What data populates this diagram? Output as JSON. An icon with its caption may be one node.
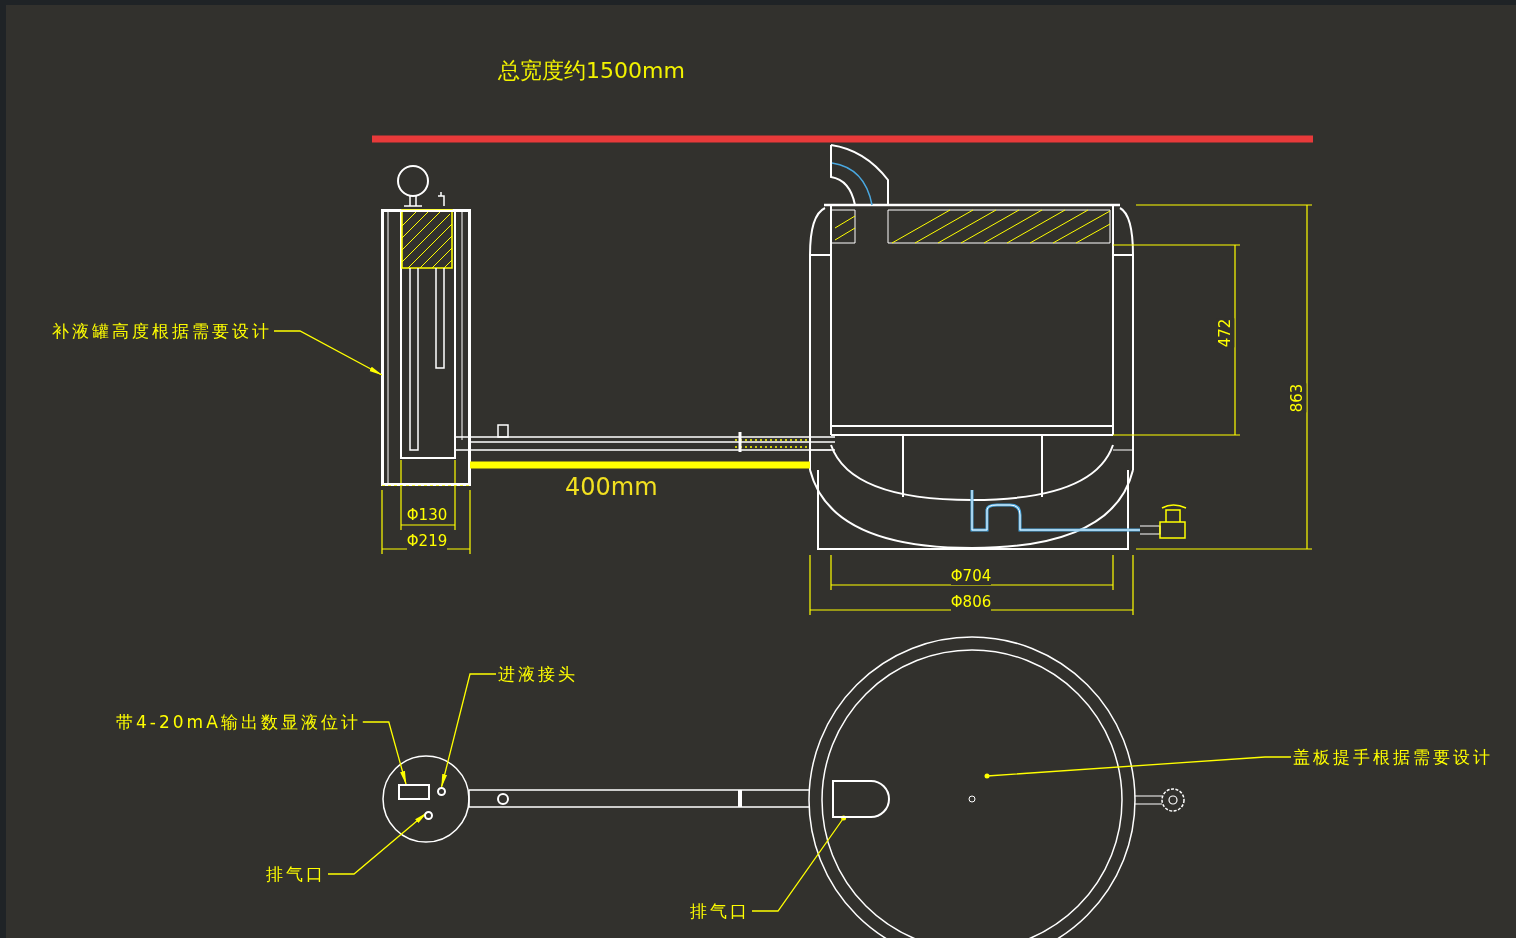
{
  "diagram": {
    "nodes": [
      {
        "text": [
          "补液罐高度根据需要设计"
        ]
      },
      {
        "text": [],
        "shape": "box"
      },
      {
        "text": [
          "带4-20mA输出数显液位计"
        ]
      },
      {
        "text": [],
        "shape": "box"
      },
      {
        "text": [
          "进液接头"
        ]
      },
      {
        "text": [],
        "shape": "circle"
      },
      {
        "text": [
          "排气口"
        ]
      },
      {
        "text": [],
        "shape": "circle"
      },
      {
        "text": [
          "盖板提手根据需要设计"
        ]
      },
      {
        "text": [
          "排气口"
        ]
      },
      {
        "text": [],
        "shape": "box"
      }
    ],
    "edges": [
      {
        "from": 0,
        "to": 1,
        "arrow": "to"
      },
      {
        "from": 2,
        "to": 3,
        "arrow": "to"
      },
      {
        "from": 4,
        "to": 5,
        "arrow": "to"
      },
      {
        "from": 6,
        "to": 7,
        "arrow": "to"
      },
      {
        "from": 8,
        "to": null,
        "arrow": "other"
      },
      {
        "from": 9,
        "to": 10,
        "arrow": "other"
      }
    ],
    "labels": [
      "总宽度约1500mm",
      "400mm",
      "Φ130",
      "Φ219",
      "472",
      "863",
      "Φ704",
      "Φ806"
    ]
  }
}
